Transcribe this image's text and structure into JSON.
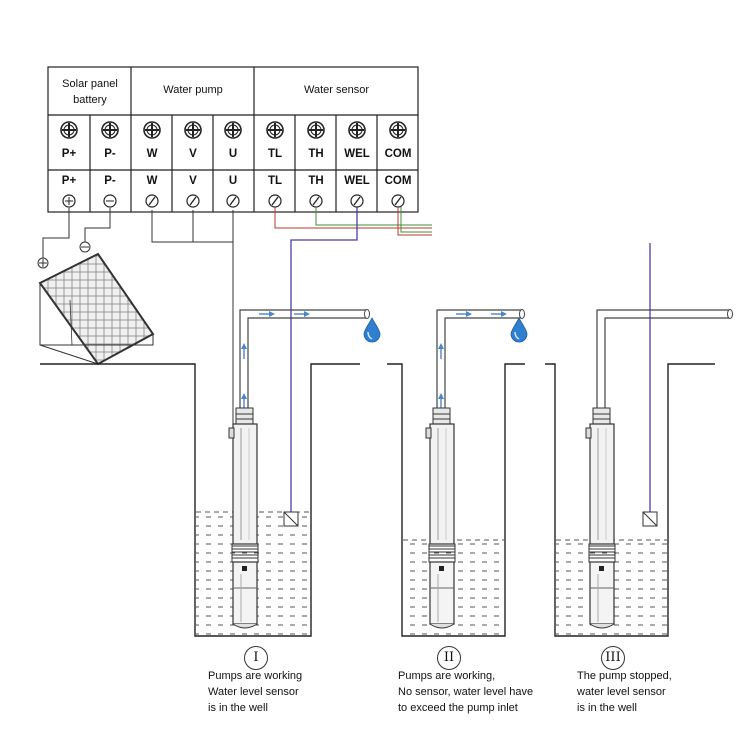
{
  "header": {
    "solar_line1": "Solar panel",
    "solar_line2": "battery",
    "water_pump": "Water pump",
    "water_sensor": "Water sensor"
  },
  "terminals": [
    "P+",
    "P-",
    "W",
    "V",
    "U",
    "TL",
    "TH",
    "WEL",
    "COM"
  ],
  "scenarios": [
    {
      "numeral": "I",
      "lines": [
        "Pumps are working",
        "Water level sensor",
        "is in the well"
      ]
    },
    {
      "numeral": "II",
      "lines": [
        "Pumps are working,",
        "No sensor, water level have",
        "to exceed the pump inlet"
      ]
    },
    {
      "numeral": "III",
      "lines": [
        "The pump stopped,",
        "water level sensor",
        "is in the well"
      ]
    }
  ],
  "colors": {
    "sensor_wire": "#4a3fa8",
    "tl_wire": "#b8382b",
    "th_wire": "#3f8f3a",
    "flow_arrow": "#4a86c8",
    "water_drop": "#2f7fd1",
    "outline": "#333333"
  }
}
